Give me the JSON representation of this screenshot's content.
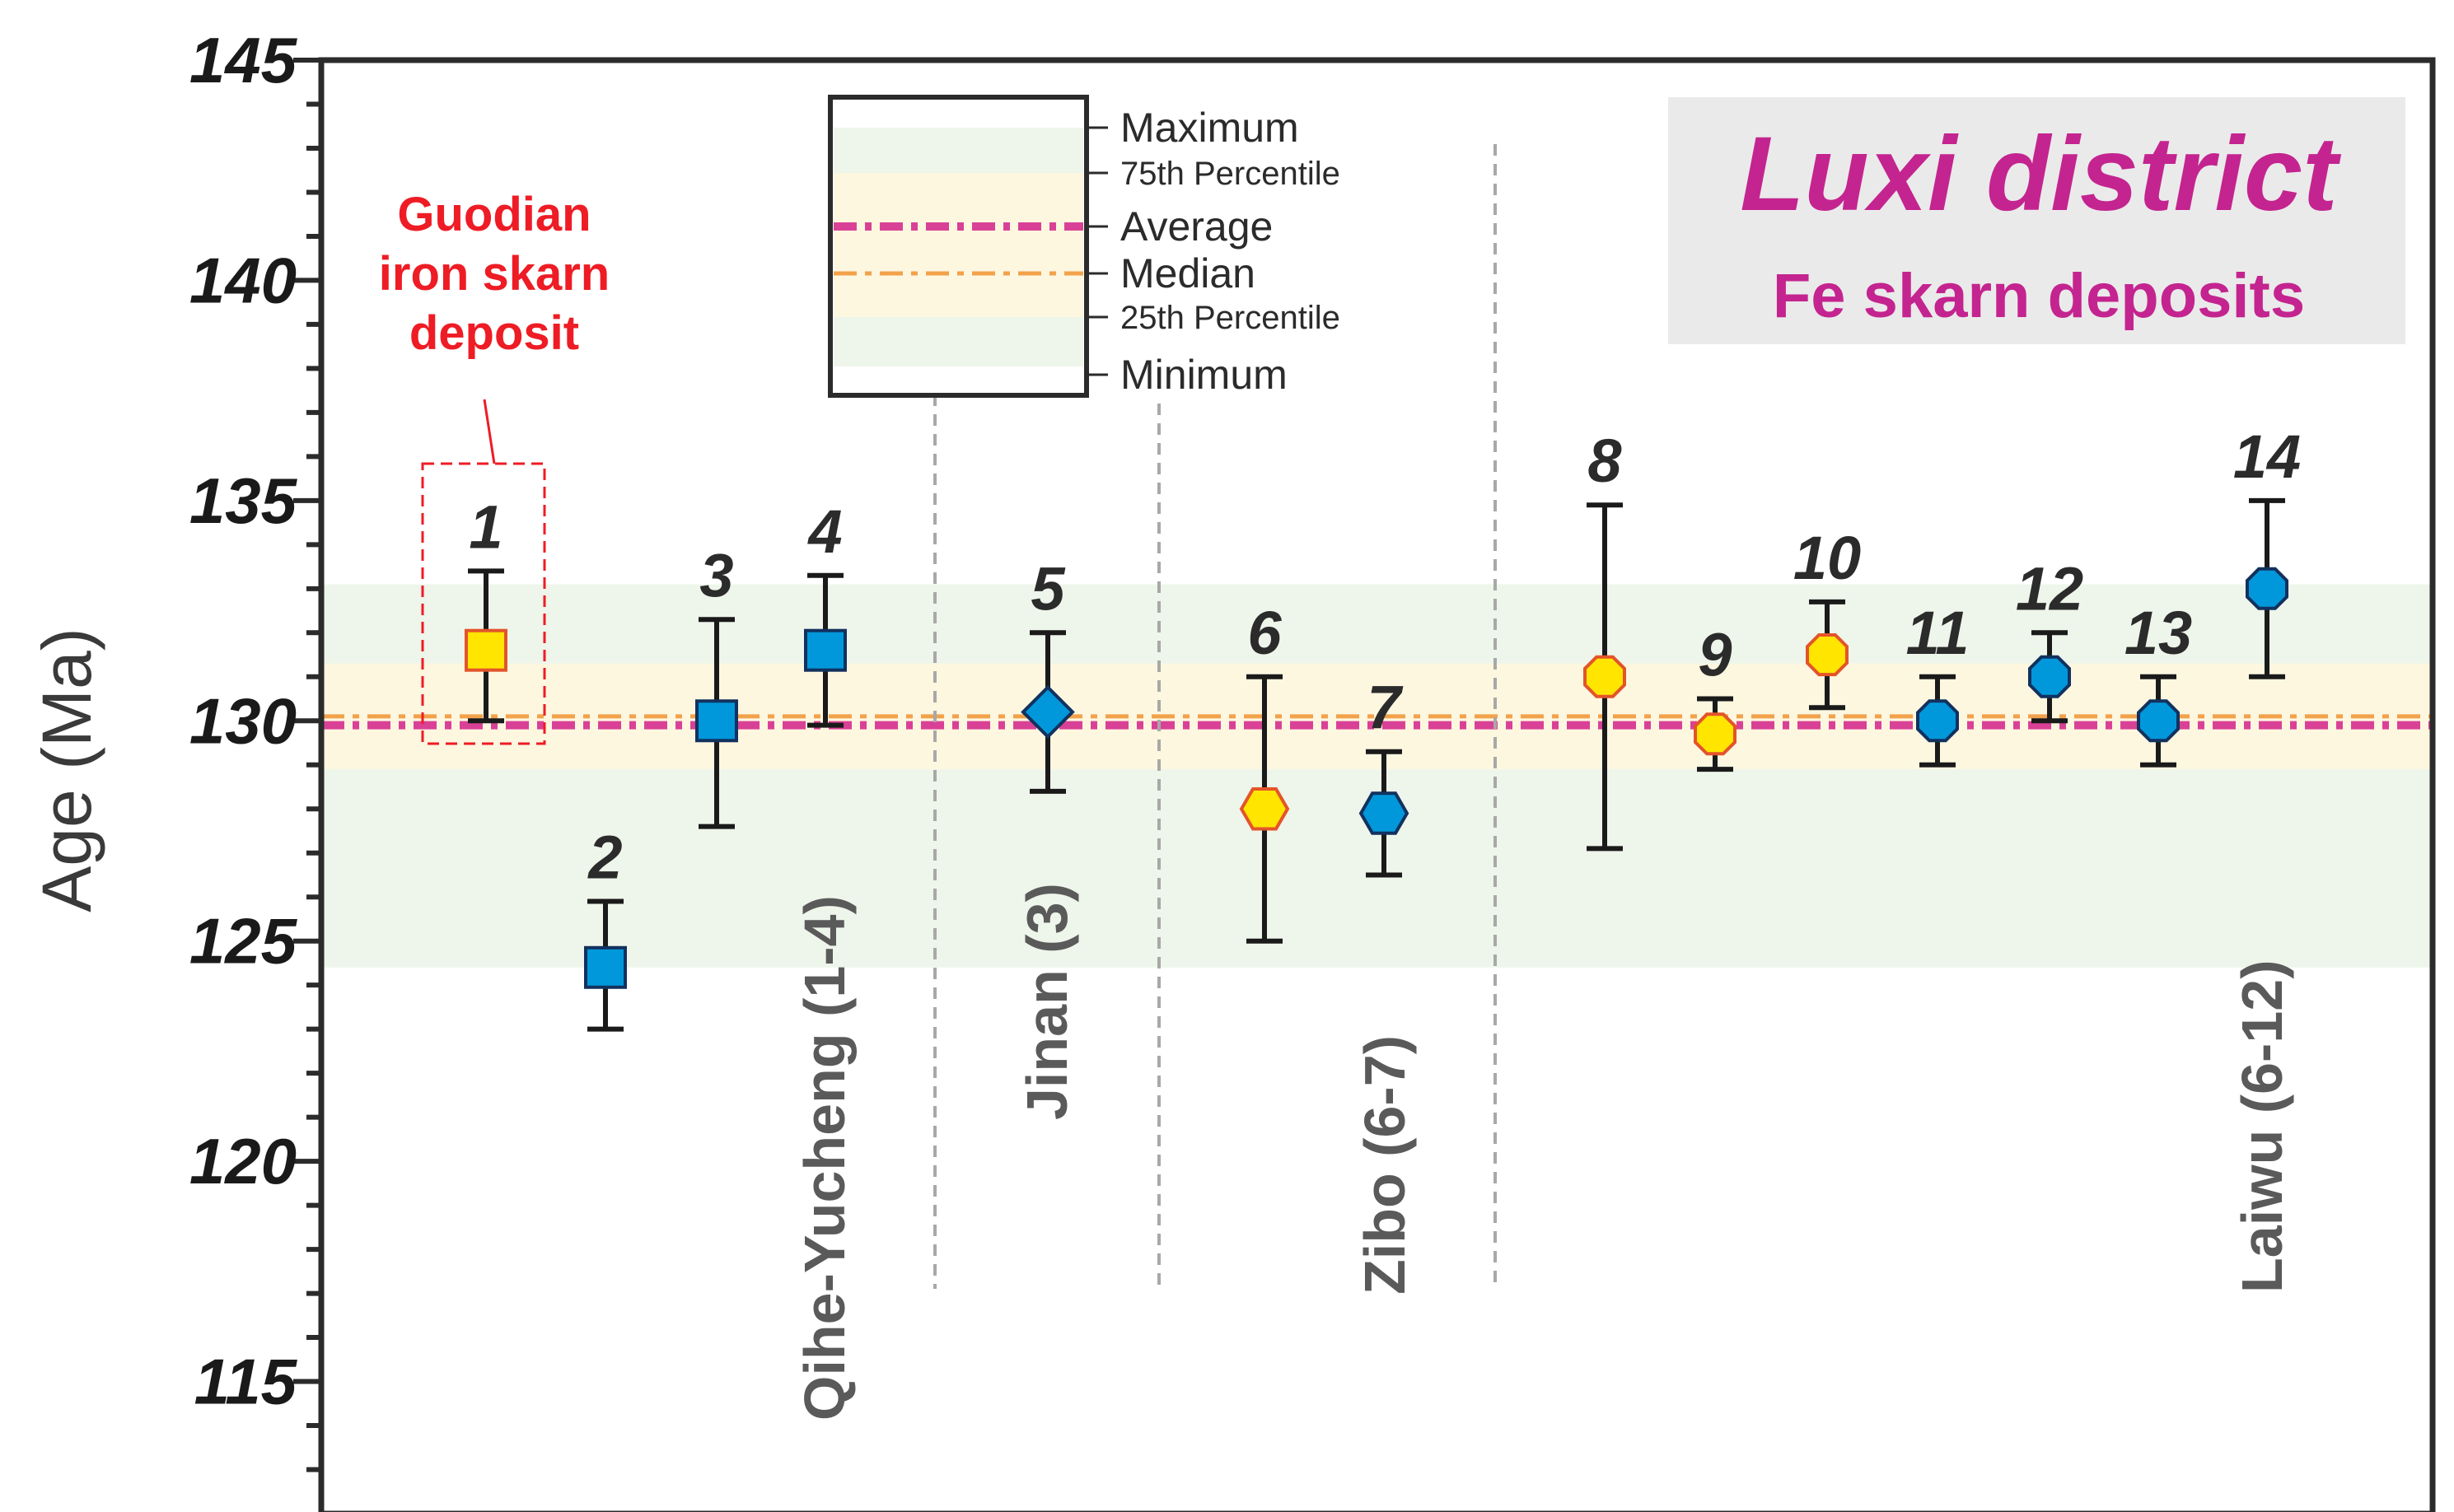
{
  "chart_data": {
    "type": "scatter",
    "title": "Luxi district",
    "subtitle": "Fe skarn deposits",
    "xlabel": "",
    "ylabel": "Age (Ma)",
    "ylim": [
      112,
      145
    ],
    "yticks": [
      115,
      120,
      125,
      130,
      135,
      140,
      145
    ],
    "grid": false,
    "bands": {
      "min": 124.4,
      "p25": 128.9,
      "median": 130.1,
      "average": 129.9,
      "p75": 131.3,
      "max": 133.1
    },
    "points": [
      {
        "label": "1",
        "value": 131.6,
        "err_low": 130.0,
        "err_high": 133.4,
        "marker": "square",
        "color": "#ffe500"
      },
      {
        "label": "2",
        "value": 124.4,
        "err_low": 123.0,
        "err_high": 125.9,
        "marker": "square",
        "color": "#0098db"
      },
      {
        "label": "3",
        "value": 130.0,
        "err_low": 127.6,
        "err_high": 132.3,
        "marker": "square",
        "color": "#0098db"
      },
      {
        "label": "4",
        "value": 131.6,
        "err_low": 129.9,
        "err_high": 133.3,
        "marker": "square",
        "color": "#0098db"
      },
      {
        "label": "5",
        "value": 130.2,
        "err_low": 128.4,
        "err_high": 132.0,
        "marker": "diamond",
        "color": "#0098db"
      },
      {
        "label": "6",
        "value": 128.0,
        "err_low": 125.0,
        "err_high": 131.0,
        "marker": "hexagon",
        "color": "#ffe500"
      },
      {
        "label": "7",
        "value": 127.9,
        "err_low": 126.5,
        "err_high": 129.3,
        "marker": "hexagon",
        "color": "#0098db"
      },
      {
        "label": "8",
        "value": 131.0,
        "err_low": 127.1,
        "err_high": 134.9,
        "marker": "octagon",
        "color": "#ffe500"
      },
      {
        "label": "9",
        "value": 129.7,
        "err_low": 128.9,
        "err_high": 130.5,
        "marker": "octagon",
        "color": "#ffe500"
      },
      {
        "label": "10",
        "value": 131.5,
        "err_low": 130.3,
        "err_high": 132.7,
        "marker": "octagon",
        "color": "#ffe500"
      },
      {
        "label": "11",
        "value": 130.0,
        "err_low": 129.0,
        "err_high": 131.0,
        "marker": "octagon",
        "color": "#0098db"
      },
      {
        "label": "12",
        "value": 131.0,
        "err_low": 130.0,
        "err_high": 132.0,
        "marker": "octagon",
        "color": "#0098db"
      },
      {
        "label": "13",
        "value": 130.0,
        "err_low": 129.0,
        "err_high": 131.0,
        "marker": "octagon",
        "color": "#0098db"
      },
      {
        "label": "14",
        "value": 133.0,
        "err_low": 131.0,
        "err_high": 135.0,
        "marker": "octagon",
        "color": "#0098db"
      }
    ],
    "groups": [
      {
        "label": "Qihe-Yucheng (1-4)"
      },
      {
        "label": "Jinan (3)"
      },
      {
        "label": "Zibo (6-7)"
      },
      {
        "label": "Laiwu (6-12)"
      }
    ],
    "legend": {
      "items": [
        "Maximum",
        "75th Percentile",
        "Average",
        "Median",
        "25th Percentile",
        "Minimum"
      ]
    },
    "annotation": {
      "lines": [
        "Guodian",
        "iron skarn",
        "deposit"
      ]
    },
    "colors": {
      "band_outer": "#eef5ea",
      "band_inner": "#fdf7e0",
      "average_line": "#d94196",
      "median_line": "#f2a24b",
      "callout": "#ee1c25",
      "title": "#c4248f",
      "title_bg": "#eaeaea"
    }
  }
}
